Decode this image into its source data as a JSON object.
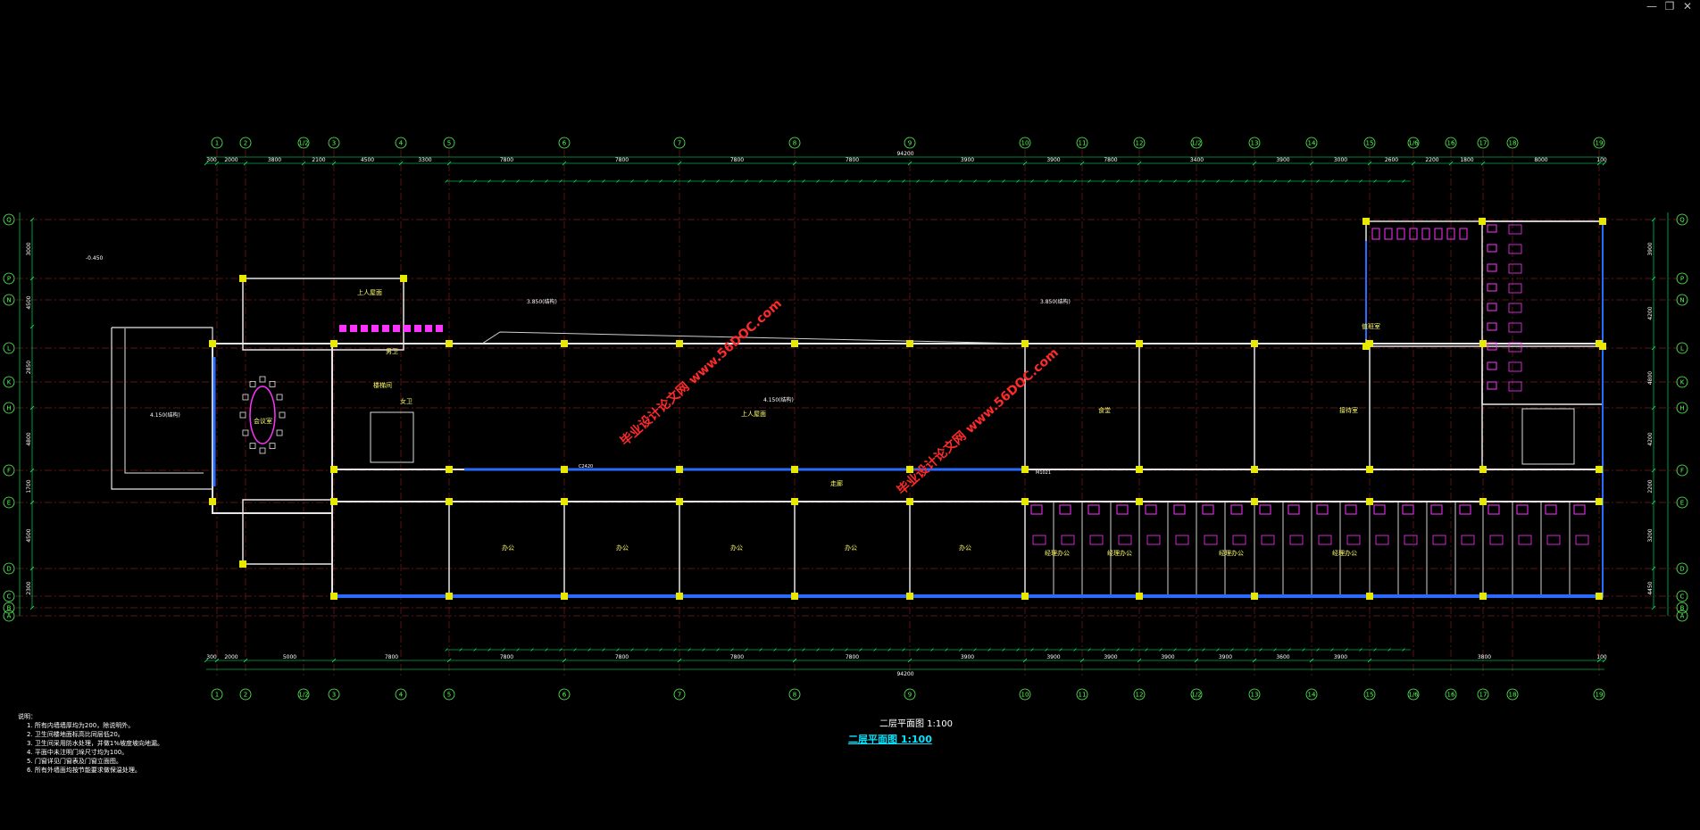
{
  "window": {
    "minimize": "—",
    "restore": "❐",
    "close": "✕"
  },
  "axes": {
    "columns": [
      "1",
      "2",
      "1/2",
      "3",
      "4",
      "5",
      "6",
      "7",
      "8",
      "9",
      "10",
      "11",
      "12",
      "1/2",
      "13",
      "14",
      "15",
      "1/6",
      "16",
      "17",
      "18",
      "19"
    ],
    "rows": [
      "Q",
      "P",
      "N",
      "L",
      "K",
      "H",
      "F",
      "E",
      "D",
      "C",
      "B",
      "A"
    ]
  },
  "dims": {
    "total": "94200",
    "top_row": [
      "300",
      "2000",
      "3800",
      "2100",
      "4500",
      "3300",
      "7800",
      "7800",
      "7800",
      "7800",
      "3900",
      "3900",
      "7800",
      "3400",
      "3900",
      "3000",
      "2600",
      "2200",
      "1800",
      "8000",
      "100"
    ],
    "bottom_row": [
      "300",
      "2000",
      "5000",
      "7800",
      "7800",
      "7800",
      "7800",
      "7800",
      "3900",
      "3900",
      "3900",
      "3900",
      "3900",
      "3600",
      "3900",
      "3800",
      "100"
    ],
    "right_side": [
      "3900",
      "4200",
      "4800",
      "4200",
      "2200",
      "3200",
      "4450"
    ],
    "left_side": [
      "3000",
      "4500",
      "2850",
      "4800",
      "1700",
      "4500",
      "2300"
    ]
  },
  "rooms": {
    "meeting": "会议室",
    "office": "办公",
    "manager_office": "经理办公",
    "corridor": "走廊",
    "male_toilet": "男卫",
    "female_toilet": "女卫",
    "reception": "接待室",
    "upper_hall": "上人屋面",
    "stair": "楼梯间",
    "duty": "值班室",
    "canteen": "食堂"
  },
  "labels": {
    "elev_a": "4.150(结构)",
    "elev_b": "3.850(结构)",
    "elev_c": "-0.450",
    "sample_door": "C2420",
    "sample_door2": "M1021"
  },
  "watermark": "毕业设计论文网 www.56DOC.com",
  "notes": {
    "heading": "说明：",
    "lines": [
      "1. 所有内墙墙厚均为200，除说明外。",
      "2. 卫生间楼地面标高比同层低20。",
      "3. 卫生间采用防水处理，并做1%坡度坡向地漏。",
      "4. 平面中未注明门垛尺寸均为100。",
      "5. 门窗详见门窗表及门窗立面图。",
      "6. 所有外墙面均按节能要求做保温处理。"
    ]
  },
  "title": {
    "main": "二层平面图 1:100",
    "sub": "二层平面图 1:100"
  },
  "colors": {
    "grid_line": "#7a1a1a",
    "wall": "#e6e6e6",
    "window": "#2a6bff",
    "column": "#e8e800",
    "dim": "#00ff66",
    "axis": "#55ff55",
    "furniture": "#ff33ff",
    "watermark": "#ff2a2a"
  }
}
